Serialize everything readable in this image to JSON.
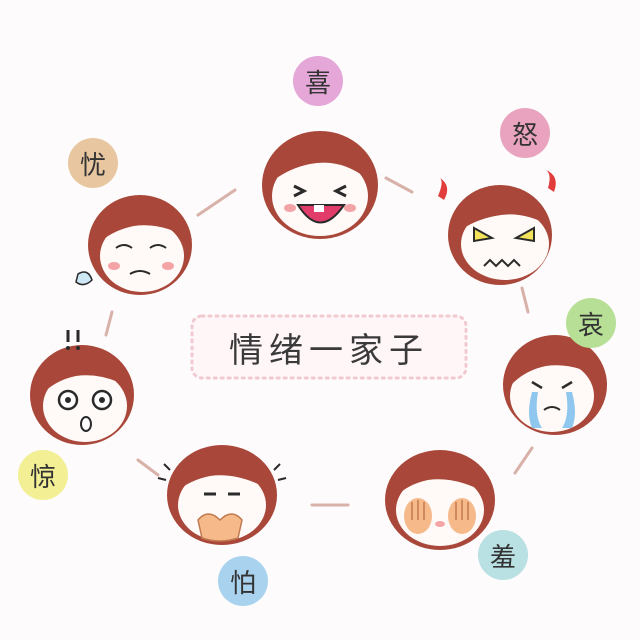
{
  "title": "情绪一家子",
  "emotions": [
    {
      "label": "喜",
      "color": "#e5a6d8"
    },
    {
      "label": "怒",
      "color": "#e9a3be"
    },
    {
      "label": "哀",
      "color": "#b7df96"
    },
    {
      "label": "羞",
      "color": "#b9e0e2"
    },
    {
      "label": "怕",
      "color": "#a9d2ee"
    },
    {
      "label": "惊",
      "color": "#f3ef94"
    },
    {
      "label": "忧",
      "color": "#e8c7a0"
    }
  ],
  "colors": {
    "hair": "#a9483a",
    "hair_dark": "#7a2f25",
    "skin": "#fffaf7",
    "blush": "#f4a3a6",
    "connector": "#d8b1a9",
    "frame": "#f1c9d0",
    "ink": "#2a2a2a"
  }
}
